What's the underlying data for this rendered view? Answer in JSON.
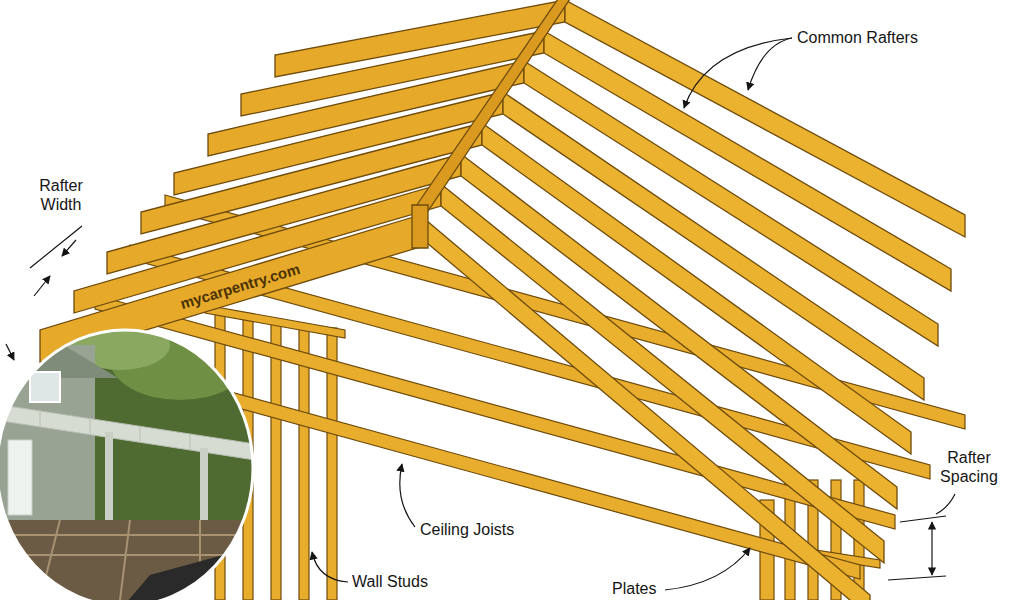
{
  "diagram": {
    "labels": [
      "Common Rafters",
      "Rafter Width",
      "mycarpentry.com",
      "Ceiling Joists",
      "Wall Studs",
      "Plates",
      "Rafter Spacing"
    ]
  }
}
